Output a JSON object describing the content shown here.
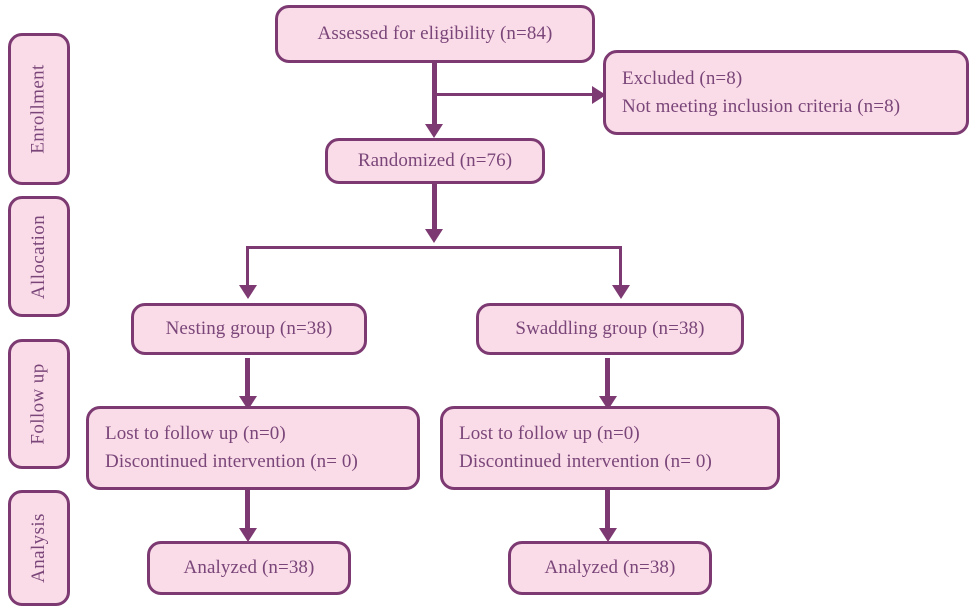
{
  "diagram": {
    "title": "CONSORT participant flow diagram",
    "colors": {
      "box_fill": "#fadce8",
      "box_border": "#7d3a72",
      "text": "#7a4679",
      "connector": "#7d3a72",
      "background": "#ffffff"
    }
  },
  "stages": [
    {
      "id": "enrollment",
      "label": "Enrollment"
    },
    {
      "id": "allocation",
      "label": "Allocation"
    },
    {
      "id": "followup",
      "label": "Follow up"
    },
    {
      "id": "analysis",
      "label": "Analysis"
    }
  ],
  "nodes": {
    "assessed": {
      "lines": [
        "Assessed for eligibility (n=84)"
      ]
    },
    "excluded": {
      "lines": [
        "Excluded (n=8)",
        "Not meeting inclusion criteria (n=8)"
      ]
    },
    "randomized": {
      "lines": [
        "Randomized (n=76)"
      ]
    },
    "nesting_group": {
      "lines": [
        "Nesting group (n=38)"
      ]
    },
    "swaddling_group": {
      "lines": [
        "Swaddling group (n=38)"
      ]
    },
    "lost_left": {
      "lines": [
        "Lost to follow up (n=0)",
        "Discontinued intervention (n= 0)"
      ]
    },
    "lost_right": {
      "lines": [
        "Lost to follow up (n=0)",
        "Discontinued intervention (n= 0)"
      ]
    },
    "analyzed_left": {
      "lines": [
        "Analyzed (n=38)"
      ]
    },
    "analyzed_right": {
      "lines": [
        "Analyzed (n=38)"
      ]
    }
  }
}
